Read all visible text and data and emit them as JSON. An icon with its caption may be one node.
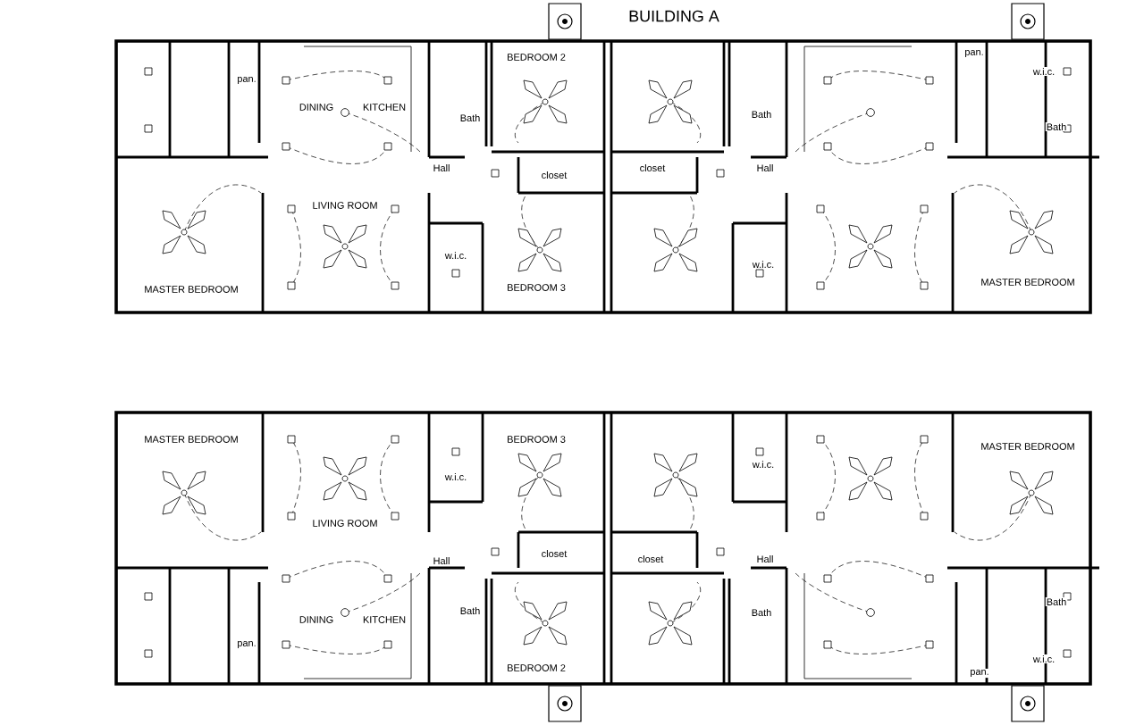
{
  "diagram": {
    "title": "BUILDING A",
    "labels": [
      "pan.",
      "DINING",
      "KITCHEN",
      "Bath",
      "BEDROOM 2",
      "Hall",
      "closet",
      "LIVING ROOM",
      "w.i.c.",
      "MASTER BEDROOM",
      "BEDROOM 3",
      "closet",
      "Bath",
      "Hall",
      "pan.",
      "w.i.c.",
      "Bath",
      "w.i.c.",
      "MASTER BEDROOM",
      "MASTER BEDROOM",
      "BEDROOM 3",
      "w.i.c.",
      "LIVING ROOM",
      "Hall",
      "closet",
      "Bath",
      "DINING",
      "KITCHEN",
      "pan.",
      "BEDROOM 2",
      "MASTER BEDROOM",
      "w.i.c.",
      "closet",
      "Hall",
      "Bath",
      "Bath",
      "w.i.c.",
      "pan."
    ]
  }
}
